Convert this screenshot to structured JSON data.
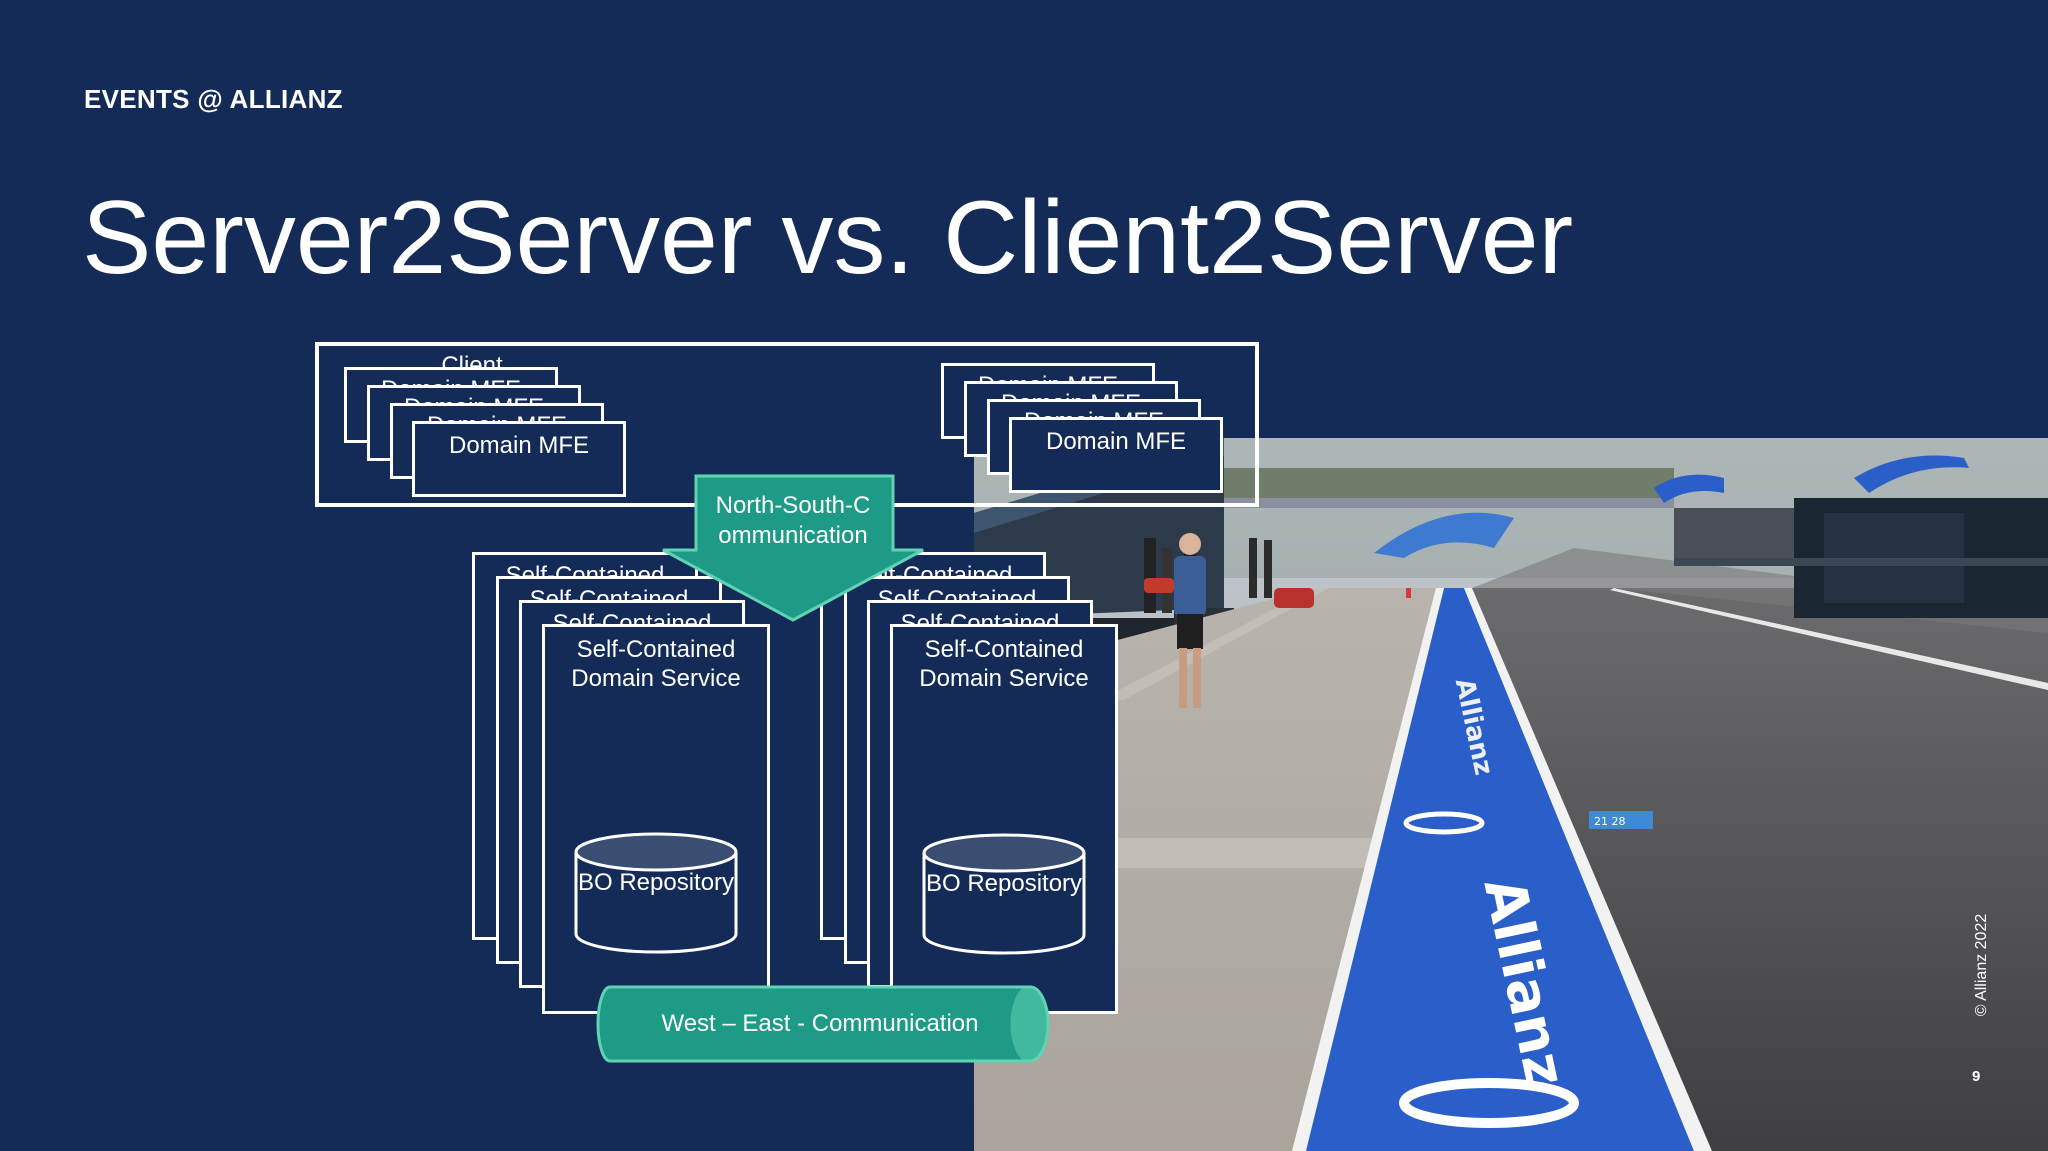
{
  "header": {
    "eyebrow": "EVENTS @ ALLIANZ",
    "title": "Server2Server vs. Client2Server"
  },
  "diagram": {
    "client_label": "Client",
    "mfe_label": "Domain MFE",
    "service_label": "Self-Contained Domain Service",
    "repository_label": "BO Repository",
    "north_south_label": "North-South-C ommunication",
    "west_east_label": "West – East  - Communication"
  },
  "photo": {
    "subject": "race-track pit lane with Allianz branding",
    "signage_text": "Allianz",
    "board_numbers": "21 28"
  },
  "footer": {
    "copyright": "© Allianz 2022",
    "page_number": "9"
  },
  "colors": {
    "background": "#142b57",
    "accent_teal": "#1e9b86",
    "teal_outline": "#5fd3b3",
    "line": "#ffffff"
  }
}
